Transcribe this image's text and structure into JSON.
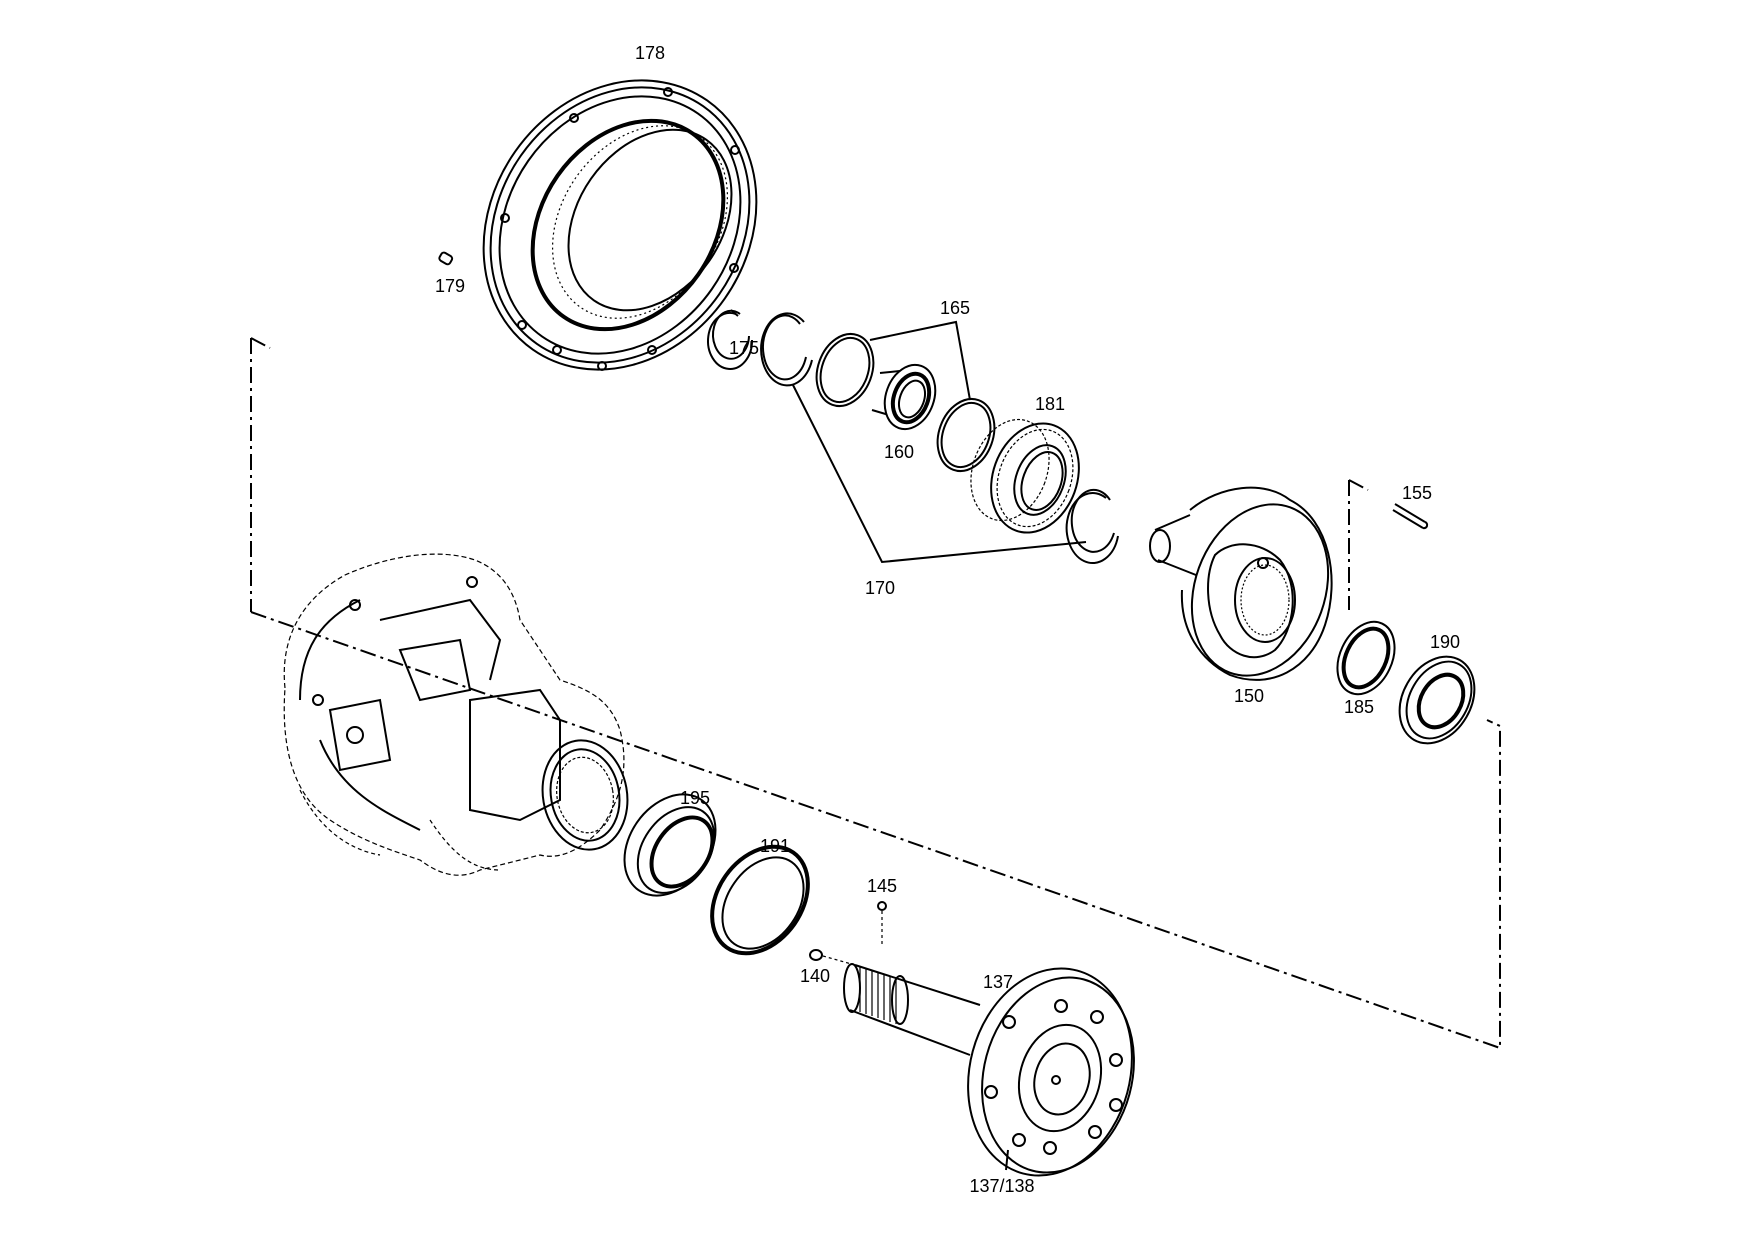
{
  "diagram": {
    "labels": {
      "p178": "178",
      "p179": "179",
      "p175": "175",
      "p165": "165",
      "p160": "160",
      "p181": "181",
      "p170": "170",
      "p155": "155",
      "p150": "150",
      "p185": "185",
      "p190": "190",
      "p195": "195",
      "p191": "191",
      "p145": "145",
      "p140": "140",
      "p137": "137",
      "p137_138": "137/138"
    }
  }
}
